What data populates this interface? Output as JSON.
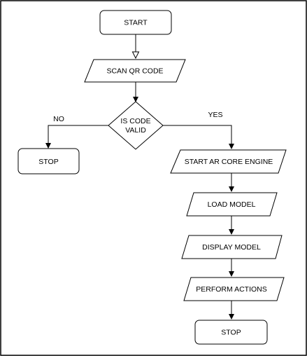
{
  "diagram": {
    "nodes": {
      "start": "START",
      "scan_qr": "SCAN QR CODE",
      "decision_line1": "IS CODE",
      "decision_line2": "VALID",
      "stop_left": "STOP",
      "start_ar": "START AR CORE ENGINE",
      "load_model": "LOAD MODEL",
      "display_model": "DISPLAY MODEL",
      "perform_actions": "PERFORM ACTIONS",
      "stop_bottom": "STOP"
    },
    "edges": {
      "no_label": "NO",
      "yes_label": "YES"
    }
  }
}
